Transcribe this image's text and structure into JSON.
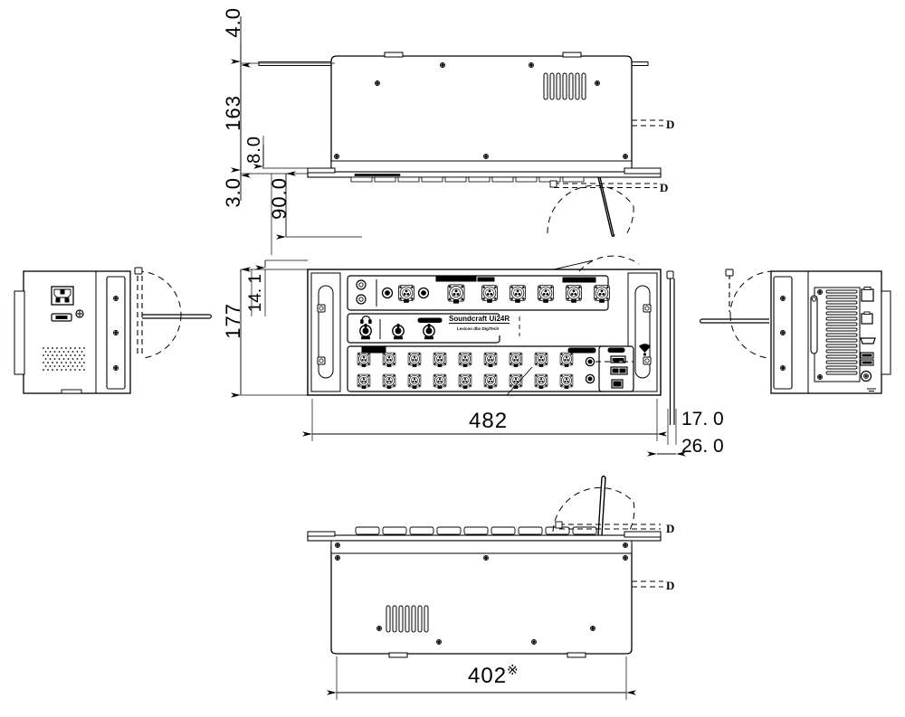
{
  "drawing": {
    "title": "Soundcraft Ui24R rack mixer dimensional drawing",
    "units": "mm",
    "background_color": "#ffffff",
    "line_color": "#000000"
  },
  "dimensions": {
    "top_gap": "4.0",
    "height_163": "163",
    "lip_8": "8.0",
    "lip_3": "3.0",
    "depth_90": "90.0",
    "panel_height_177": "177",
    "flange_14_1": "14. 1",
    "width_482": "482",
    "offset_17": "17. 0",
    "offset_26": "26. 0",
    "width_402": "402",
    "width_402_mark": "※"
  },
  "section_markers": {
    "top_right_upper": "D",
    "top_right_lower": "D",
    "bottom_right_upper": "D",
    "bottom_right_lower": "D"
  },
  "front_panel": {
    "brand": "Soundcraft Ui24R",
    "subtitle": "Lexicon  dbx  DigiTech",
    "input_xlr_count": 20,
    "output_xlr_count": 8,
    "knob_count": 3,
    "rca_pair_count": 2,
    "trs_jack_count": 2,
    "icons": [
      "headphone-icon",
      "wifi-antenna-icon",
      "usb-port-icon",
      "xlr-connector-icon",
      "rca-jack-icon",
      "trs-jack-icon",
      "knob-icon"
    ]
  },
  "side_left": {
    "features": [
      "iec-power-inlet",
      "fuse-holder",
      "ventilation-perforation",
      "rack-ear"
    ]
  },
  "side_right": {
    "features": [
      "ethernet-port",
      "ethernet-port-2",
      "hdmi-port",
      "usb-port",
      "usb-port-2",
      "antenna-connector",
      "ventilation-slots",
      "rack-ear"
    ]
  },
  "views": {
    "top": "top-view",
    "front": "front-panel-view",
    "left": "left-side-view",
    "right": "right-side-view",
    "bottom": "bottom-view"
  }
}
